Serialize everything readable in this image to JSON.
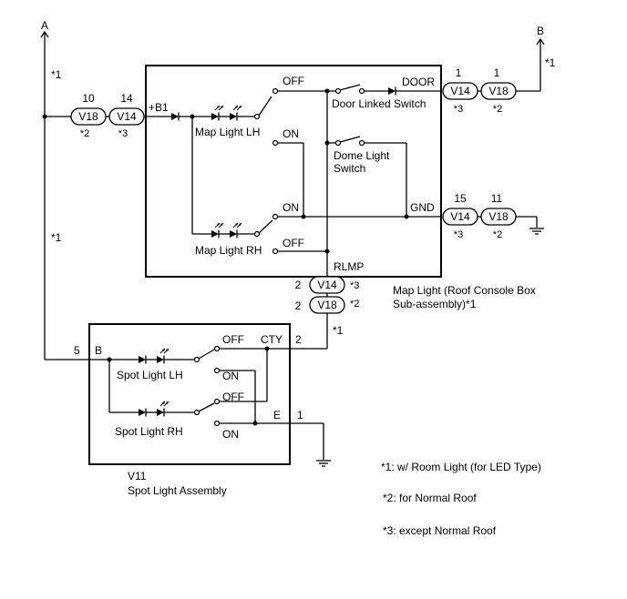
{
  "terminals": {
    "a": "A",
    "b": "B"
  },
  "notes": {
    "n1": "*1",
    "n2": "*2",
    "n3": "*3",
    "legend": [
      "*1: w/ Room Light (for LED Type)",
      "*2: for Normal Roof",
      "*3: except Normal Roof"
    ]
  },
  "connectors": {
    "v18": "V18",
    "v14": "V14"
  },
  "pins": {
    "p10": "10",
    "p14": "14",
    "p1a": "1",
    "p1b": "1",
    "p15": "15",
    "p11": "11",
    "p2a": "2",
    "p2b": "2",
    "p5": "5",
    "p2c": "2",
    "p1c": "1"
  },
  "map_light": {
    "b1": "+B1",
    "map_lh": "Map Light LH",
    "map_rh": "Map Light RH",
    "off": "OFF",
    "on": "ON",
    "door": "DOOR",
    "door_switch": "Door Linked Switch",
    "dome_switch_1": "Dome Light",
    "dome_switch_2": "Switch",
    "gnd": "GND",
    "rlmp": "RLMP",
    "name_1": "Map Light (Roof Console Box",
    "name_2": "Sub-assembly)*1"
  },
  "spot_light": {
    "b": "B",
    "cty": "CTY",
    "e": "E",
    "off": "OFF",
    "on": "ON",
    "spot_lh": "Spot Light LH",
    "spot_rh": "Spot Light RH",
    "code": "V11",
    "name": "Spot Light Assembly"
  }
}
